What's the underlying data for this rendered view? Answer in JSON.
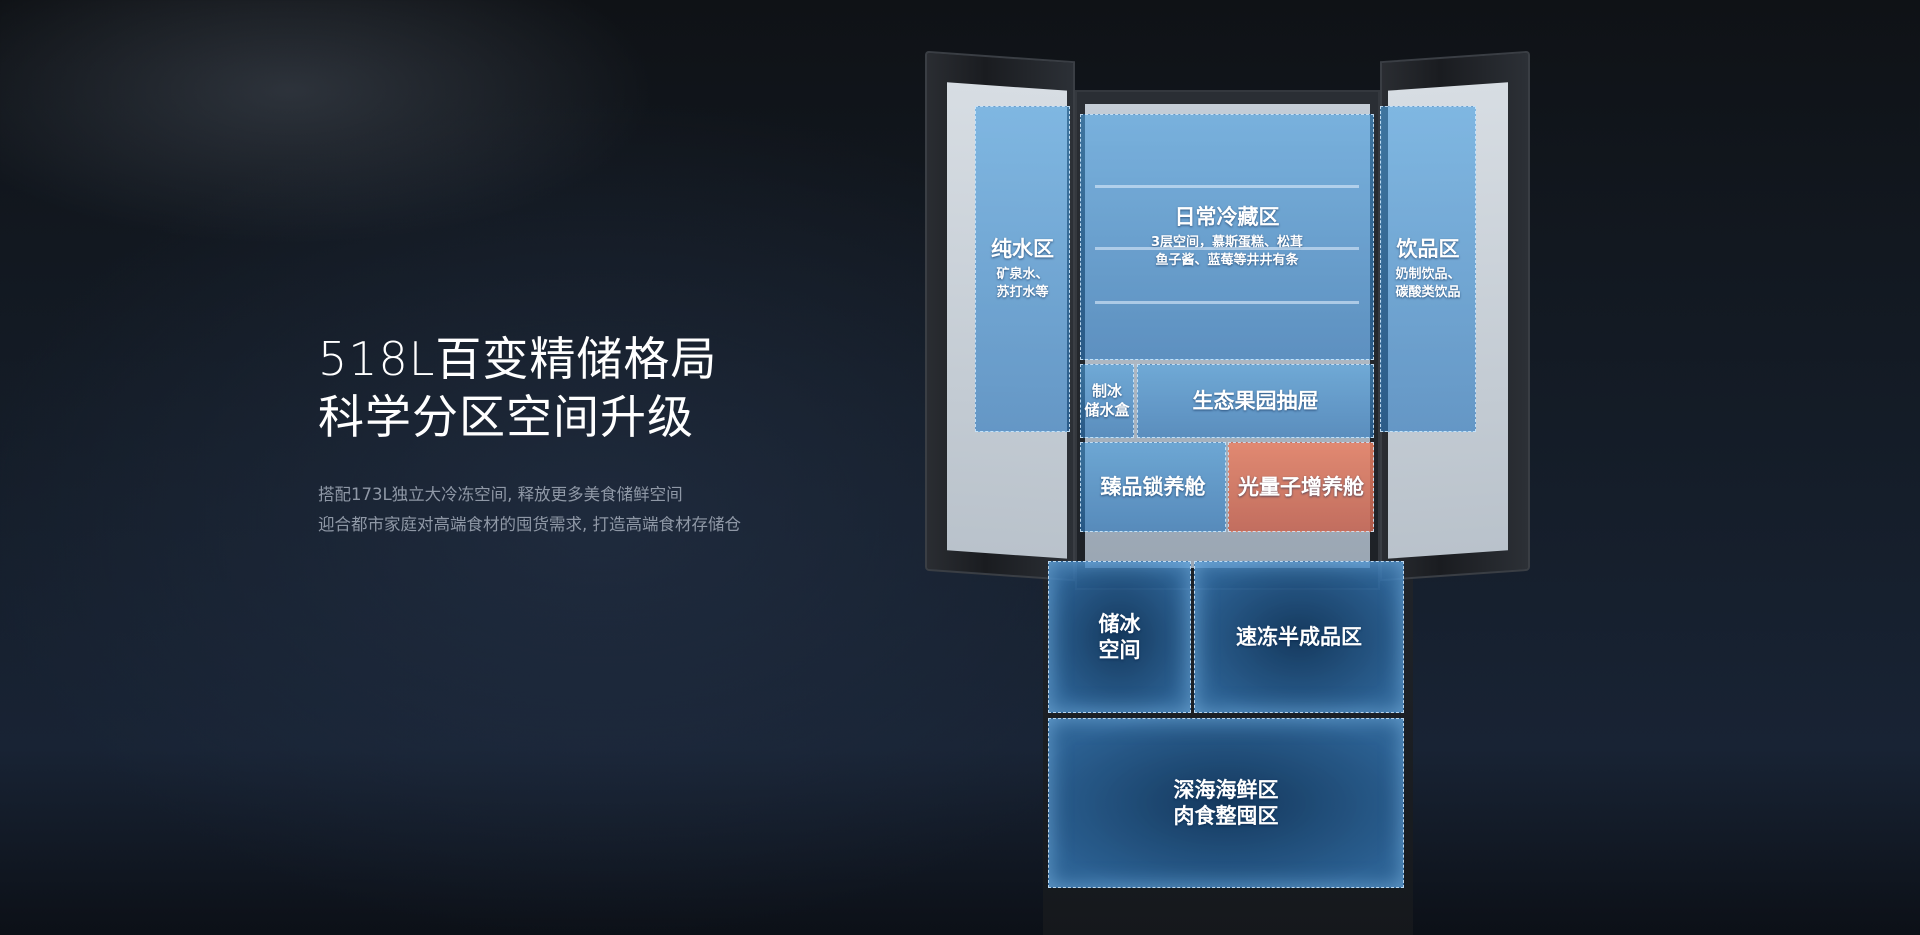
{
  "headline": {
    "line1": "518L百变精储格局",
    "line2": "科学分区空间升级"
  },
  "description": {
    "line1": "搭配173L独立大冷冻空间, 释放更多美食储鲜空间",
    "line2": "迎合都市家庭对高端食材的囤货需求, 打造高端食材存储仓"
  },
  "zones": {
    "pure_water": {
      "title": "纯水区",
      "sub1": "矿泉水、",
      "sub2": "苏打水等"
    },
    "daily_fridge": {
      "title": "日常冷藏区",
      "sub1": "3层空间，慕斯蛋糕、松茸",
      "sub2": "鱼子酱、蓝莓等井井有条"
    },
    "drinks": {
      "title": "饮品区",
      "sub1": "奶制饮品、",
      "sub2": "碳酸类饮品"
    },
    "ice_maker": {
      "line1": "制冰",
      "line2": "储水盒"
    },
    "fruit_garden": {
      "title": "生态果园抽屉"
    },
    "premium_lock": {
      "title": "臻品锁养舱"
    },
    "quantum": {
      "title": "光量子增养舱"
    },
    "ice_storage": {
      "line1": "储冰",
      "line2": "空间"
    },
    "quick_freeze": {
      "title": "速冻半成品区"
    },
    "seafood": {
      "line1": "深海海鲜区",
      "line2": "肉食整囤区"
    }
  },
  "colors": {
    "zone_blue": "#4aa0e1",
    "zone_orange": "#eb8264",
    "background": "#141c27"
  }
}
